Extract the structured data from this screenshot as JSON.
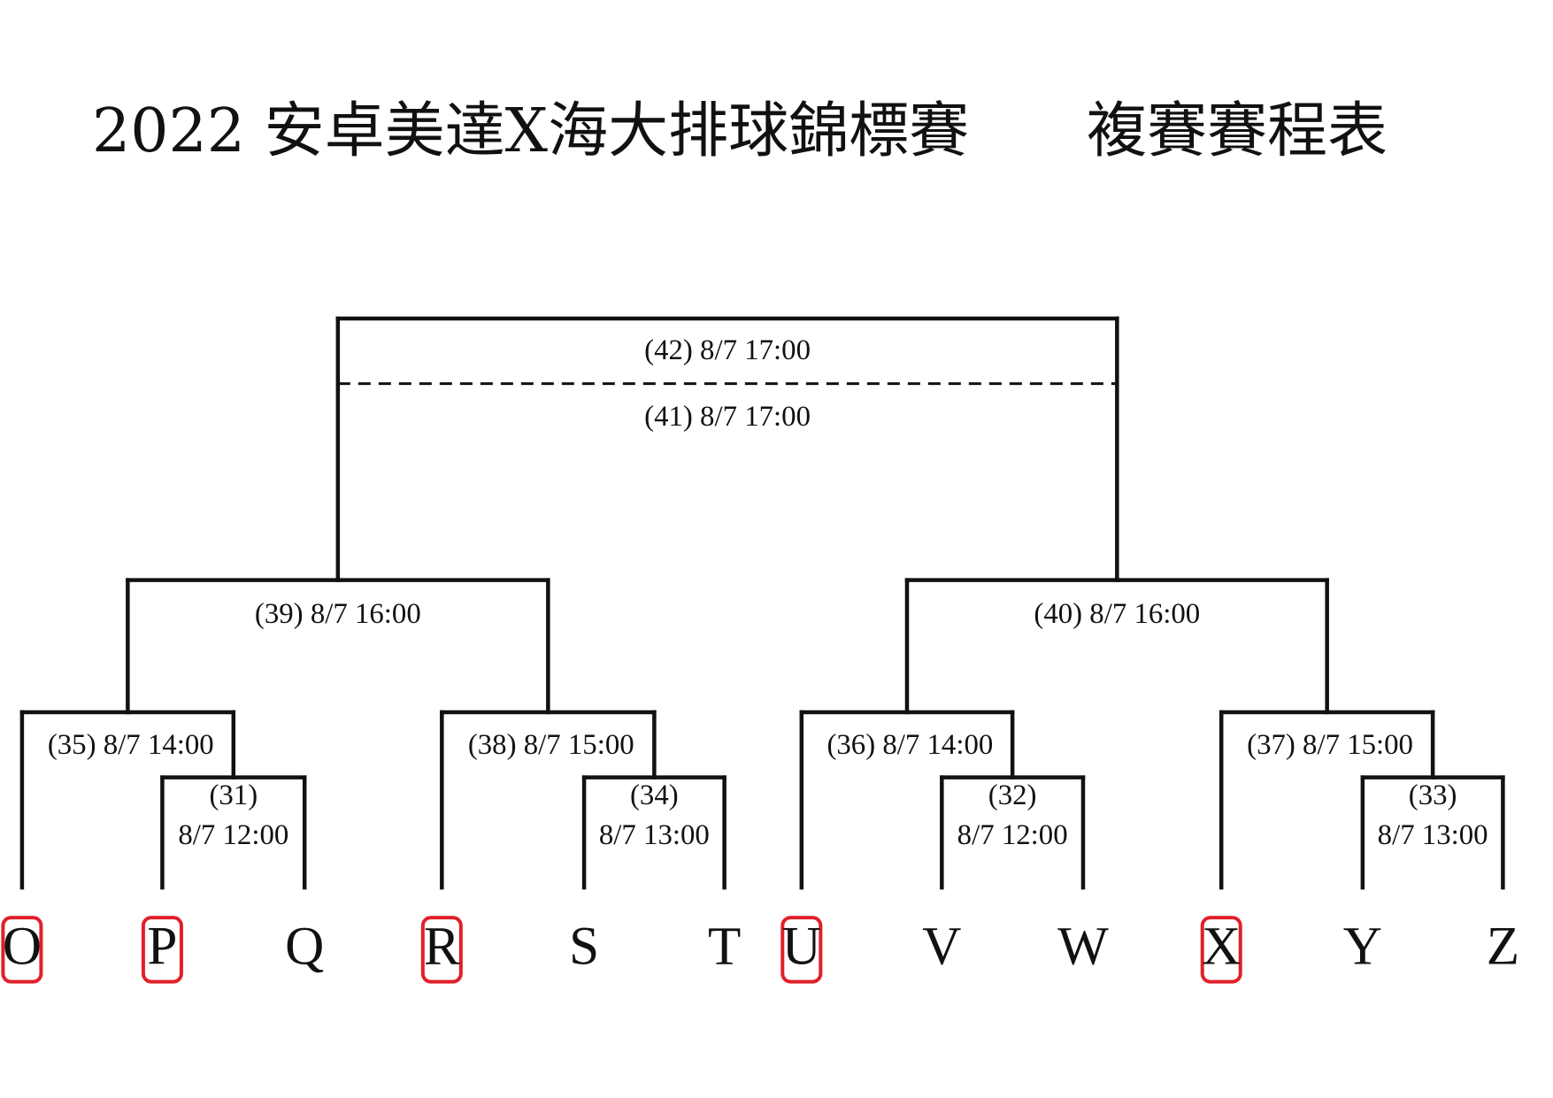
{
  "title": {
    "main": "2022 安卓美達X海大排球錦標賽",
    "sub": "複賽賽程表"
  },
  "colors": {
    "line": "#111111",
    "highlight": "#e0202a",
    "background": "#ffffff"
  },
  "teams": [
    {
      "id": "O",
      "label": "O",
      "highlighted": true
    },
    {
      "id": "P",
      "label": "P",
      "highlighted": true
    },
    {
      "id": "Q",
      "label": "Q",
      "highlighted": false
    },
    {
      "id": "R",
      "label": "R",
      "highlighted": true
    },
    {
      "id": "S",
      "label": "S",
      "highlighted": false
    },
    {
      "id": "T",
      "label": "T",
      "highlighted": false
    },
    {
      "id": "U",
      "label": "U",
      "highlighted": true
    },
    {
      "id": "V",
      "label": "V",
      "highlighted": false
    },
    {
      "id": "W",
      "label": "W",
      "highlighted": false
    },
    {
      "id": "X",
      "label": "X",
      "highlighted": true
    },
    {
      "id": "Y",
      "label": "Y",
      "highlighted": false
    },
    {
      "id": "Z",
      "label": "Z",
      "highlighted": false
    }
  ],
  "matches": [
    {
      "id": "m31",
      "no": "(31)",
      "date": "8/7",
      "time": "12:00"
    },
    {
      "id": "m32",
      "no": "(32)",
      "date": "8/7",
      "time": "12:00"
    },
    {
      "id": "m33",
      "no": "(33)",
      "date": "8/7",
      "time": "13:00"
    },
    {
      "id": "m34",
      "no": "(34)",
      "date": "8/7",
      "time": "13:00"
    },
    {
      "id": "m35",
      "no": "(35)",
      "date": "8/7",
      "time": "14:00"
    },
    {
      "id": "m36",
      "no": "(36)",
      "date": "8/7",
      "time": "14:00"
    },
    {
      "id": "m37",
      "no": "(37)",
      "date": "8/7",
      "time": "15:00"
    },
    {
      "id": "m38",
      "no": "(38)",
      "date": "8/7",
      "time": "15:00"
    },
    {
      "id": "m39",
      "no": "(39)",
      "date": "8/7",
      "time": "16:00"
    },
    {
      "id": "m40",
      "no": "(40)",
      "date": "8/7",
      "time": "16:00"
    },
    {
      "id": "m41",
      "no": "(41)",
      "date": "8/7",
      "time": "17:00"
    },
    {
      "id": "m42",
      "no": "(42)",
      "date": "8/7",
      "time": "17:00"
    }
  ]
}
